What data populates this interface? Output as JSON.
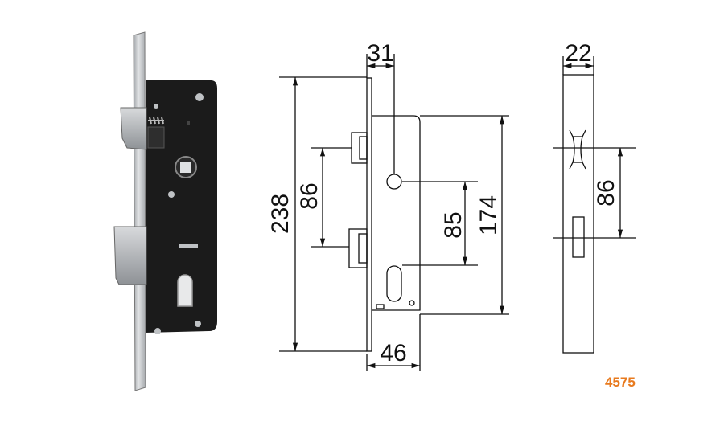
{
  "model_code": "4575",
  "colors": {
    "code_orange": "#E87A1E",
    "lock_body": "#1b1b1b",
    "faceplate": "#c8cacc",
    "line": "#111111"
  },
  "dimensions": {
    "backset": "31",
    "total_height": "238",
    "latch_to_deadbolt": "86",
    "center_distance": "85",
    "case_height": "174",
    "case_width": "46",
    "faceplate_width": "22",
    "side_latch_to_deadbolt": "86"
  }
}
